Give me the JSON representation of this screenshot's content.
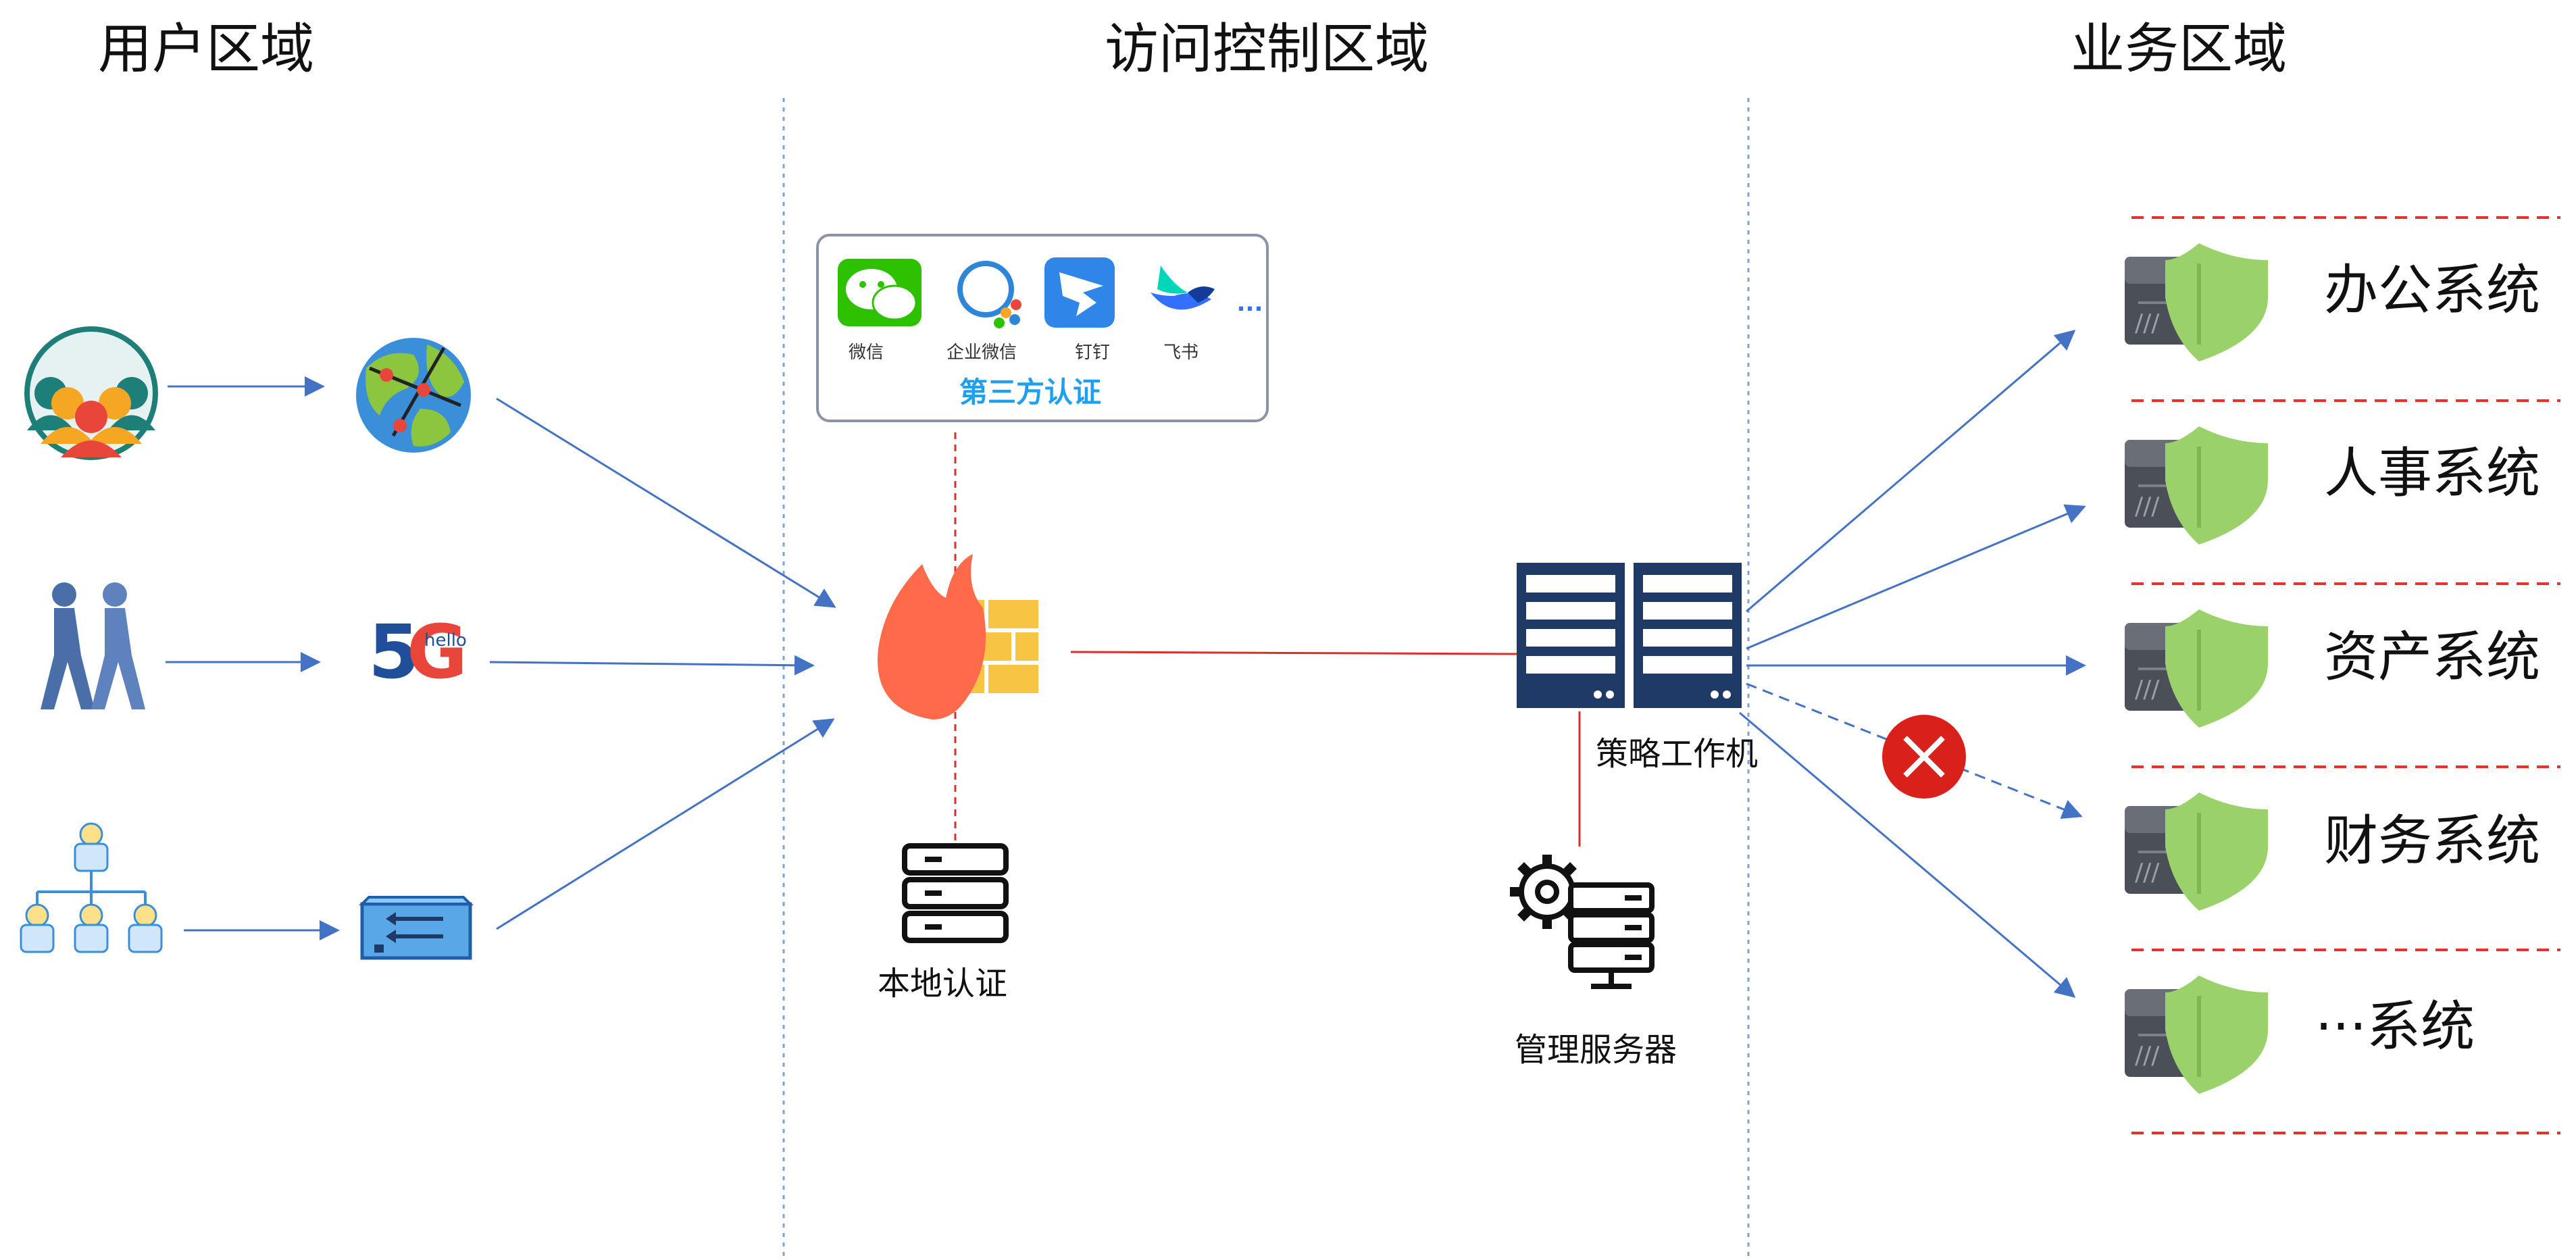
{
  "zones": {
    "user": "用户区域",
    "access": "访问控制区域",
    "business": "业务区域"
  },
  "third_party": {
    "title": "第三方认证",
    "apps": [
      "微信",
      "企业微信",
      "钉钉",
      "飞书"
    ],
    "more": "..."
  },
  "nodes": {
    "local_auth": "本地认证",
    "policy_engine": "策略工作机",
    "management_server": "管理服务器"
  },
  "systems": [
    "办公系统",
    "人事系统",
    "资产系统",
    "财务系统",
    "···系统"
  ],
  "icons": {
    "user_group": "user-group-icon",
    "globe": "globe-icon",
    "walkers": "walking-users-icon",
    "fiveg": "5g-icon",
    "org": "org-chart-icon",
    "vpn": "vpn-device-icon",
    "firewall": "firewall-icon",
    "server": "server-rack-icon",
    "shield_server": "shield-server-icon",
    "gear_server": "gear-server-icon",
    "deny": "deny-x-icon",
    "wechat": "wechat-icon",
    "wecom": "wecom-icon",
    "dingtalk": "dingtalk-icon",
    "feishu": "feishu-icon"
  },
  "colors": {
    "arrow": "#4472c4",
    "red_link": "#d9302c",
    "zone_divider": "#7fa1d6",
    "server_navy": "#1f3a66",
    "shield_green": "#9bd16a",
    "deny_red": "#d9201a",
    "third_party_title": "#1ea0f0"
  }
}
